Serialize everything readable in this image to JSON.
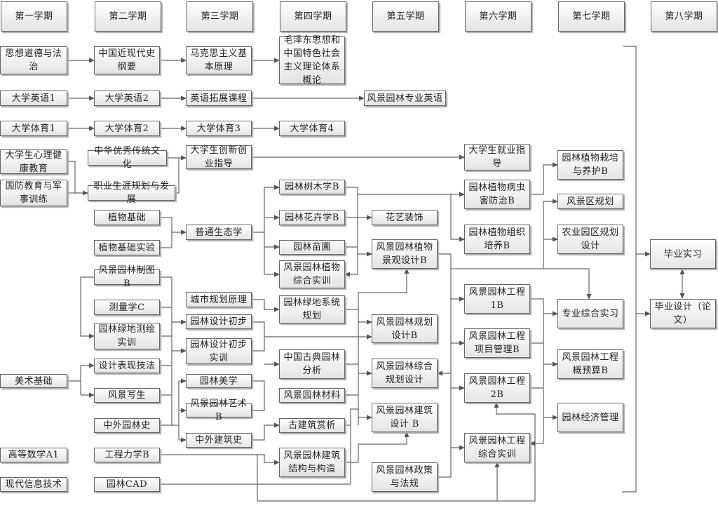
{
  "semesters": [
    "第一学期",
    "第二学期",
    "第三学期",
    "第四学期",
    "第五学期",
    "第六学期",
    "第七学期",
    "第八学期"
  ],
  "courses": {
    "n0": "思想道德与法治",
    "n1": "中国近现代史纲要",
    "n2": "马克思主义基本原理",
    "n3": "毛泽东思想和中国特色社会主义理论体系概论",
    "n4": "大学英语1",
    "n5": "大学英语2",
    "n6": "英语拓展课程",
    "n7": "风景园林专业英语",
    "n8": "大学体育1",
    "n9": "大学体育2",
    "n10": "大学体育3",
    "n11": "大学体育4",
    "n12": "大学生心理健康教育",
    "n13": "国防教育与军事训练",
    "n14": "中华优秀传统文化",
    "n15": "职业生涯规划与发展",
    "n16": "大学生创新创业指导",
    "n17": "大学生就业指导",
    "n18": "园林植物栽培与养护B",
    "n19": "园林树木学B",
    "n20": "园林植物病虫害防治B",
    "n21": "风景区规划",
    "n22": "植物基础",
    "n23": "普通生态学",
    "n24": "园林花卉学B",
    "n25": "花艺装饰",
    "n26": "植物基础实验",
    "n27": "园林苗圃",
    "n28": "园林植物组织培养B",
    "n29": "农业园区规划设计",
    "n30": "风景园林植物综合实训",
    "n31": "风景园林植物景观设计B",
    "n32": "毕业实习",
    "n33": "风景园林制图B",
    "n34": "测量学C",
    "n35": "城市规划原理",
    "n36": "园林绿地系统规划",
    "n37": "风景园林工程1B",
    "n38": "专业综合实习",
    "n39": "毕业设计（论文）",
    "n40": "园林设计初步",
    "n41": "园林绿地测绘实训",
    "n42": "风景园林规划设计B",
    "n43": "风景园林工程项目管理B",
    "n44": "园林设计初步实训",
    "n45": "风景园林工程概预算B",
    "n46": "设计表现技法",
    "n47": "中国古典园林分析",
    "n48": "风景园林综合规划设计",
    "n49": "美术基础",
    "n50": "园林美学",
    "n51": "风景园林工程2B",
    "n52": "风景写生",
    "n53": "风景园林材料",
    "n54": "风景园林艺术B",
    "n55": "风景园林建筑设计 B",
    "n56": "园林经济管理",
    "n57": "中外园林史",
    "n58": "古建筑赏析",
    "n59": "中外建筑史",
    "n60": "风景园林工程综合实训",
    "n61": "高等数学A1",
    "n62": "工程力学B",
    "n63": "风景园林建筑结构与构造",
    "n64": "风景园林政策与法规",
    "n65": "现代信息技术",
    "n66": "园林CAD"
  }
}
